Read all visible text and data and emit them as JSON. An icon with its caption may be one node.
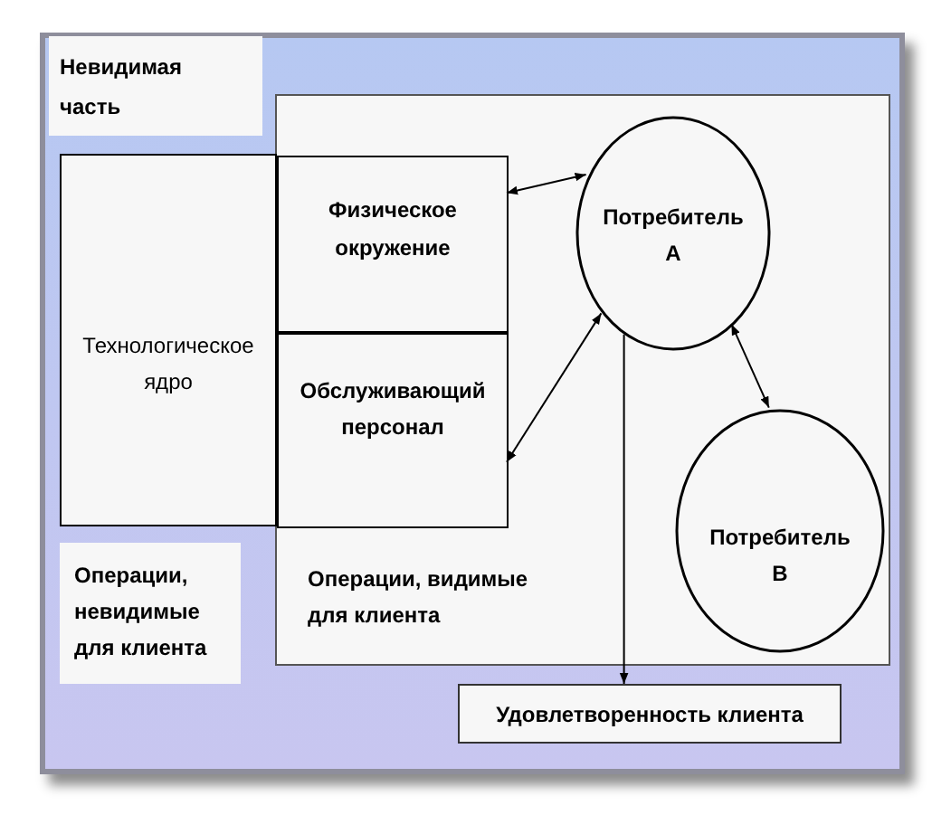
{
  "diagram": {
    "nodes": [
      {
        "text": [
          "Невидимая часть"
        ]
      },
      {
        "text": [
          "Операции, видимые для клиента"
        ]
      },
      {
        "text": [
          "Технологическое ядро"
        ]
      },
      {
        "text": [
          "Физическое окружение"
        ],
        "in": 1
      },
      {
        "text": [
          "Потребитель А"
        ],
        "in": 1
      },
      {
        "text": [
          "Обслуживающий персонал"
        ],
        "in": 1
      },
      {
        "text": [
          "Потребитель В"
        ],
        "in": 1
      },
      {
        "text": [
          "Операции, невидимые для клиента"
        ]
      },
      {
        "text": [
          "Удовлетворенность клиента"
        ]
      }
    ],
    "edges": [
      {
        "from": 3,
        "to": 4,
        "arrow": "both"
      },
      {
        "from": 5,
        "to": 4,
        "arrow": "both"
      },
      {
        "from": 4,
        "to": 6,
        "arrow": "both"
      },
      {
        "from": 4,
        "to": 8,
        "arrow": "to"
      }
    ]
  }
}
